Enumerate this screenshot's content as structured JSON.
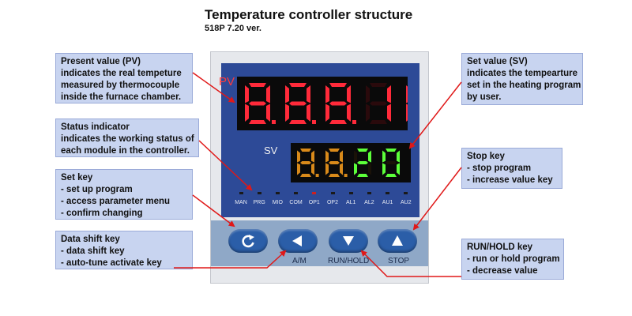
{
  "header": {
    "title": "Temperature controller structure",
    "subtitle": "518P 7.20 ver."
  },
  "callouts": {
    "pv": [
      "Present value (PV)",
      "indicates the real tempeture",
      "measured by thermocouple",
      "inside the furnace chamber."
    ],
    "status": [
      "Status  indicator",
      "indicates the working status of",
      "each module in the controller."
    ],
    "set_key": [
      "Set key",
      "- set up program",
      "- access parameter menu",
      "- confirm changing"
    ],
    "shift_key": [
      "Data shift key",
      "- data shift key",
      "- auto-tune activate key"
    ],
    "sv": [
      "Set value (SV)",
      "indicates the tempearture",
      "set in the heating program",
      "by user."
    ],
    "stop_key": [
      "Stop key",
      "- stop program",
      "- increase value key"
    ],
    "run_key": [
      "RUN/HOLD key",
      "- run or hold program",
      "- decrease value"
    ]
  },
  "controller": {
    "pv_label": "PV",
    "sv_label": "SV",
    "pv_display": "8.8.8.18",
    "sv_display": "8.8.20",
    "indicators": [
      {
        "label": "MAN",
        "on": false
      },
      {
        "label": "PRG",
        "on": false
      },
      {
        "label": "MIO",
        "on": false
      },
      {
        "label": "COM",
        "on": false
      },
      {
        "label": "OP1",
        "on": true
      },
      {
        "label": "OP2",
        "on": false
      },
      {
        "label": "AL1",
        "on": false
      },
      {
        "label": "AL2",
        "on": false
      },
      {
        "label": "AU1",
        "on": false
      },
      {
        "label": "AU2",
        "on": false
      }
    ],
    "key_labels": {
      "am": "A/M",
      "run_hold": "RUN/HOLD",
      "stop": "STOP"
    }
  },
  "colors": {
    "face": "#2d4a97",
    "pv_digits": "#ff2a3a",
    "sv_digits_dim": "#d98a1a",
    "sv_digits_bright": "#5cff3a",
    "arrow": "#e01818",
    "callout_bg": "#c8d4f0"
  }
}
